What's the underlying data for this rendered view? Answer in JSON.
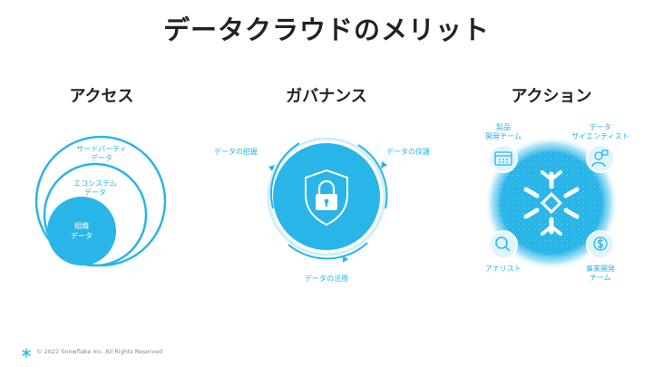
{
  "title": "データクラウドのメリット",
  "colors": {
    "accent": "#29b5e8",
    "accent_light": "#cdeefa",
    "text": "#222222"
  },
  "access": {
    "heading": "アクセス",
    "rings": [
      {
        "line1": "サードパーティ",
        "line2": "データ"
      },
      {
        "line1": "エコシステム",
        "line2": "データ"
      },
      {
        "line1": "組織",
        "line2": "データ"
      }
    ]
  },
  "governance": {
    "heading": "ガバナンス",
    "left_label": "データの把握",
    "right_label": "データの保護",
    "bottom_label": "データの活用",
    "center_icon": "lock-shield-icon"
  },
  "action": {
    "heading": "アクション",
    "center_icon": "snowflake-icon",
    "nodes": [
      {
        "line1": "製品",
        "line2": "開発チーム",
        "icon": "calendar-icon"
      },
      {
        "line1": "データ",
        "line2": "サイエンティスト",
        "icon": "scientist-icon"
      },
      {
        "line1": "アナリスト",
        "line2": "",
        "icon": "magnifier-icon"
      },
      {
        "line1": "事業開発",
        "line2": "チーム",
        "icon": "dollar-icon"
      }
    ]
  },
  "footer": {
    "text": "© 2022 Snowflake Inc. All Rights Reserved",
    "logo_icon": "snowflake-logo-icon"
  }
}
